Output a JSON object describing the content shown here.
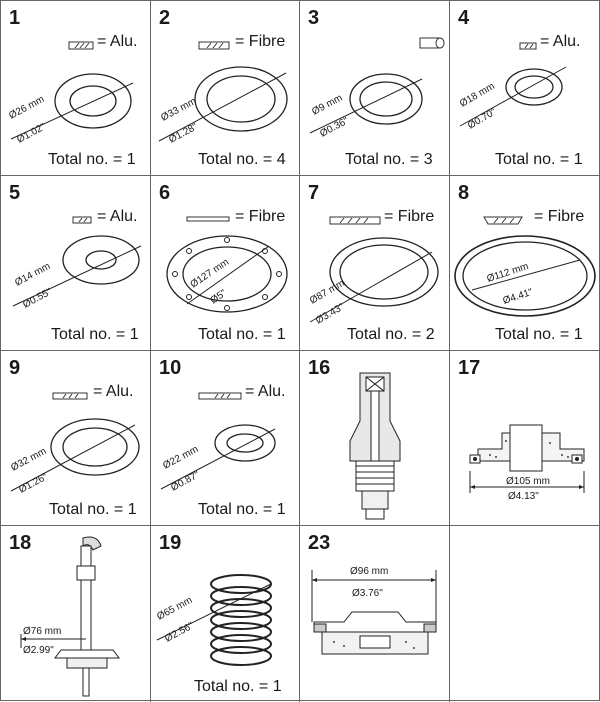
{
  "parts": [
    {
      "number": "1",
      "material": "= Alu.",
      "dia_mm": "Ø26 mm",
      "dia_in": "Ø1.02\"",
      "total": "Total no. = 1"
    },
    {
      "number": "2",
      "material": "= Fibre",
      "dia_mm": "Ø33 mm",
      "dia_in": "Ø1.28\"",
      "total": "Total no. = 4"
    },
    {
      "number": "3",
      "material": "",
      "dia_mm": "Ø9 mm",
      "dia_in": "Ø0.36\"",
      "total": "Total no. = 3"
    },
    {
      "number": "4",
      "material": "= Alu.",
      "dia_mm": "Ø18 mm",
      "dia_in": "Ø0.70\"",
      "total": "Total no. = 1"
    },
    {
      "number": "5",
      "material": "= Alu.",
      "dia_mm": "Ø14 mm",
      "dia_in": "Ø0.55\"",
      "total": "Total no. = 1"
    },
    {
      "number": "6",
      "material": "= Fibre",
      "dia_mm": "Ø127 mm",
      "dia_in": "Ø5\"",
      "total": "Total no. = 1"
    },
    {
      "number": "7",
      "material": "= Fibre",
      "dia_mm": "Ø87 mm",
      "dia_in": "Ø3.43\"",
      "total": "Total no. = 2"
    },
    {
      "number": "8",
      "material": "= Fibre",
      "dia_mm": "Ø112 mm",
      "dia_in": "Ø4.41\"",
      "total": "Total no. = 1"
    },
    {
      "number": "9",
      "material": "= Alu.",
      "dia_mm": "Ø32 mm",
      "dia_in": "Ø1.26\"",
      "total": "Total no. = 1"
    },
    {
      "number": "10",
      "material": "= Alu.",
      "dia_mm": "Ø22 mm",
      "dia_in": "Ø0.87\"",
      "total": "Total no. = 1"
    },
    {
      "number": "16",
      "material": "",
      "dia_mm": "",
      "dia_in": "",
      "total": ""
    },
    {
      "number": "17",
      "material": "",
      "dia_mm": "Ø105 mm",
      "dia_in": "Ø4.13\"",
      "total": ""
    },
    {
      "number": "18",
      "material": "",
      "dia_mm": "Ø76 mm",
      "dia_in": "Ø2.99\"",
      "total": ""
    },
    {
      "number": "19",
      "material": "",
      "dia_mm": "Ø65 mm",
      "dia_in": "Ø2.56\"",
      "total": "Total no. = 1"
    },
    {
      "number": "23",
      "material": "",
      "dia_mm": "Ø96 mm",
      "dia_in": "Ø3.76\"",
      "total": ""
    }
  ]
}
